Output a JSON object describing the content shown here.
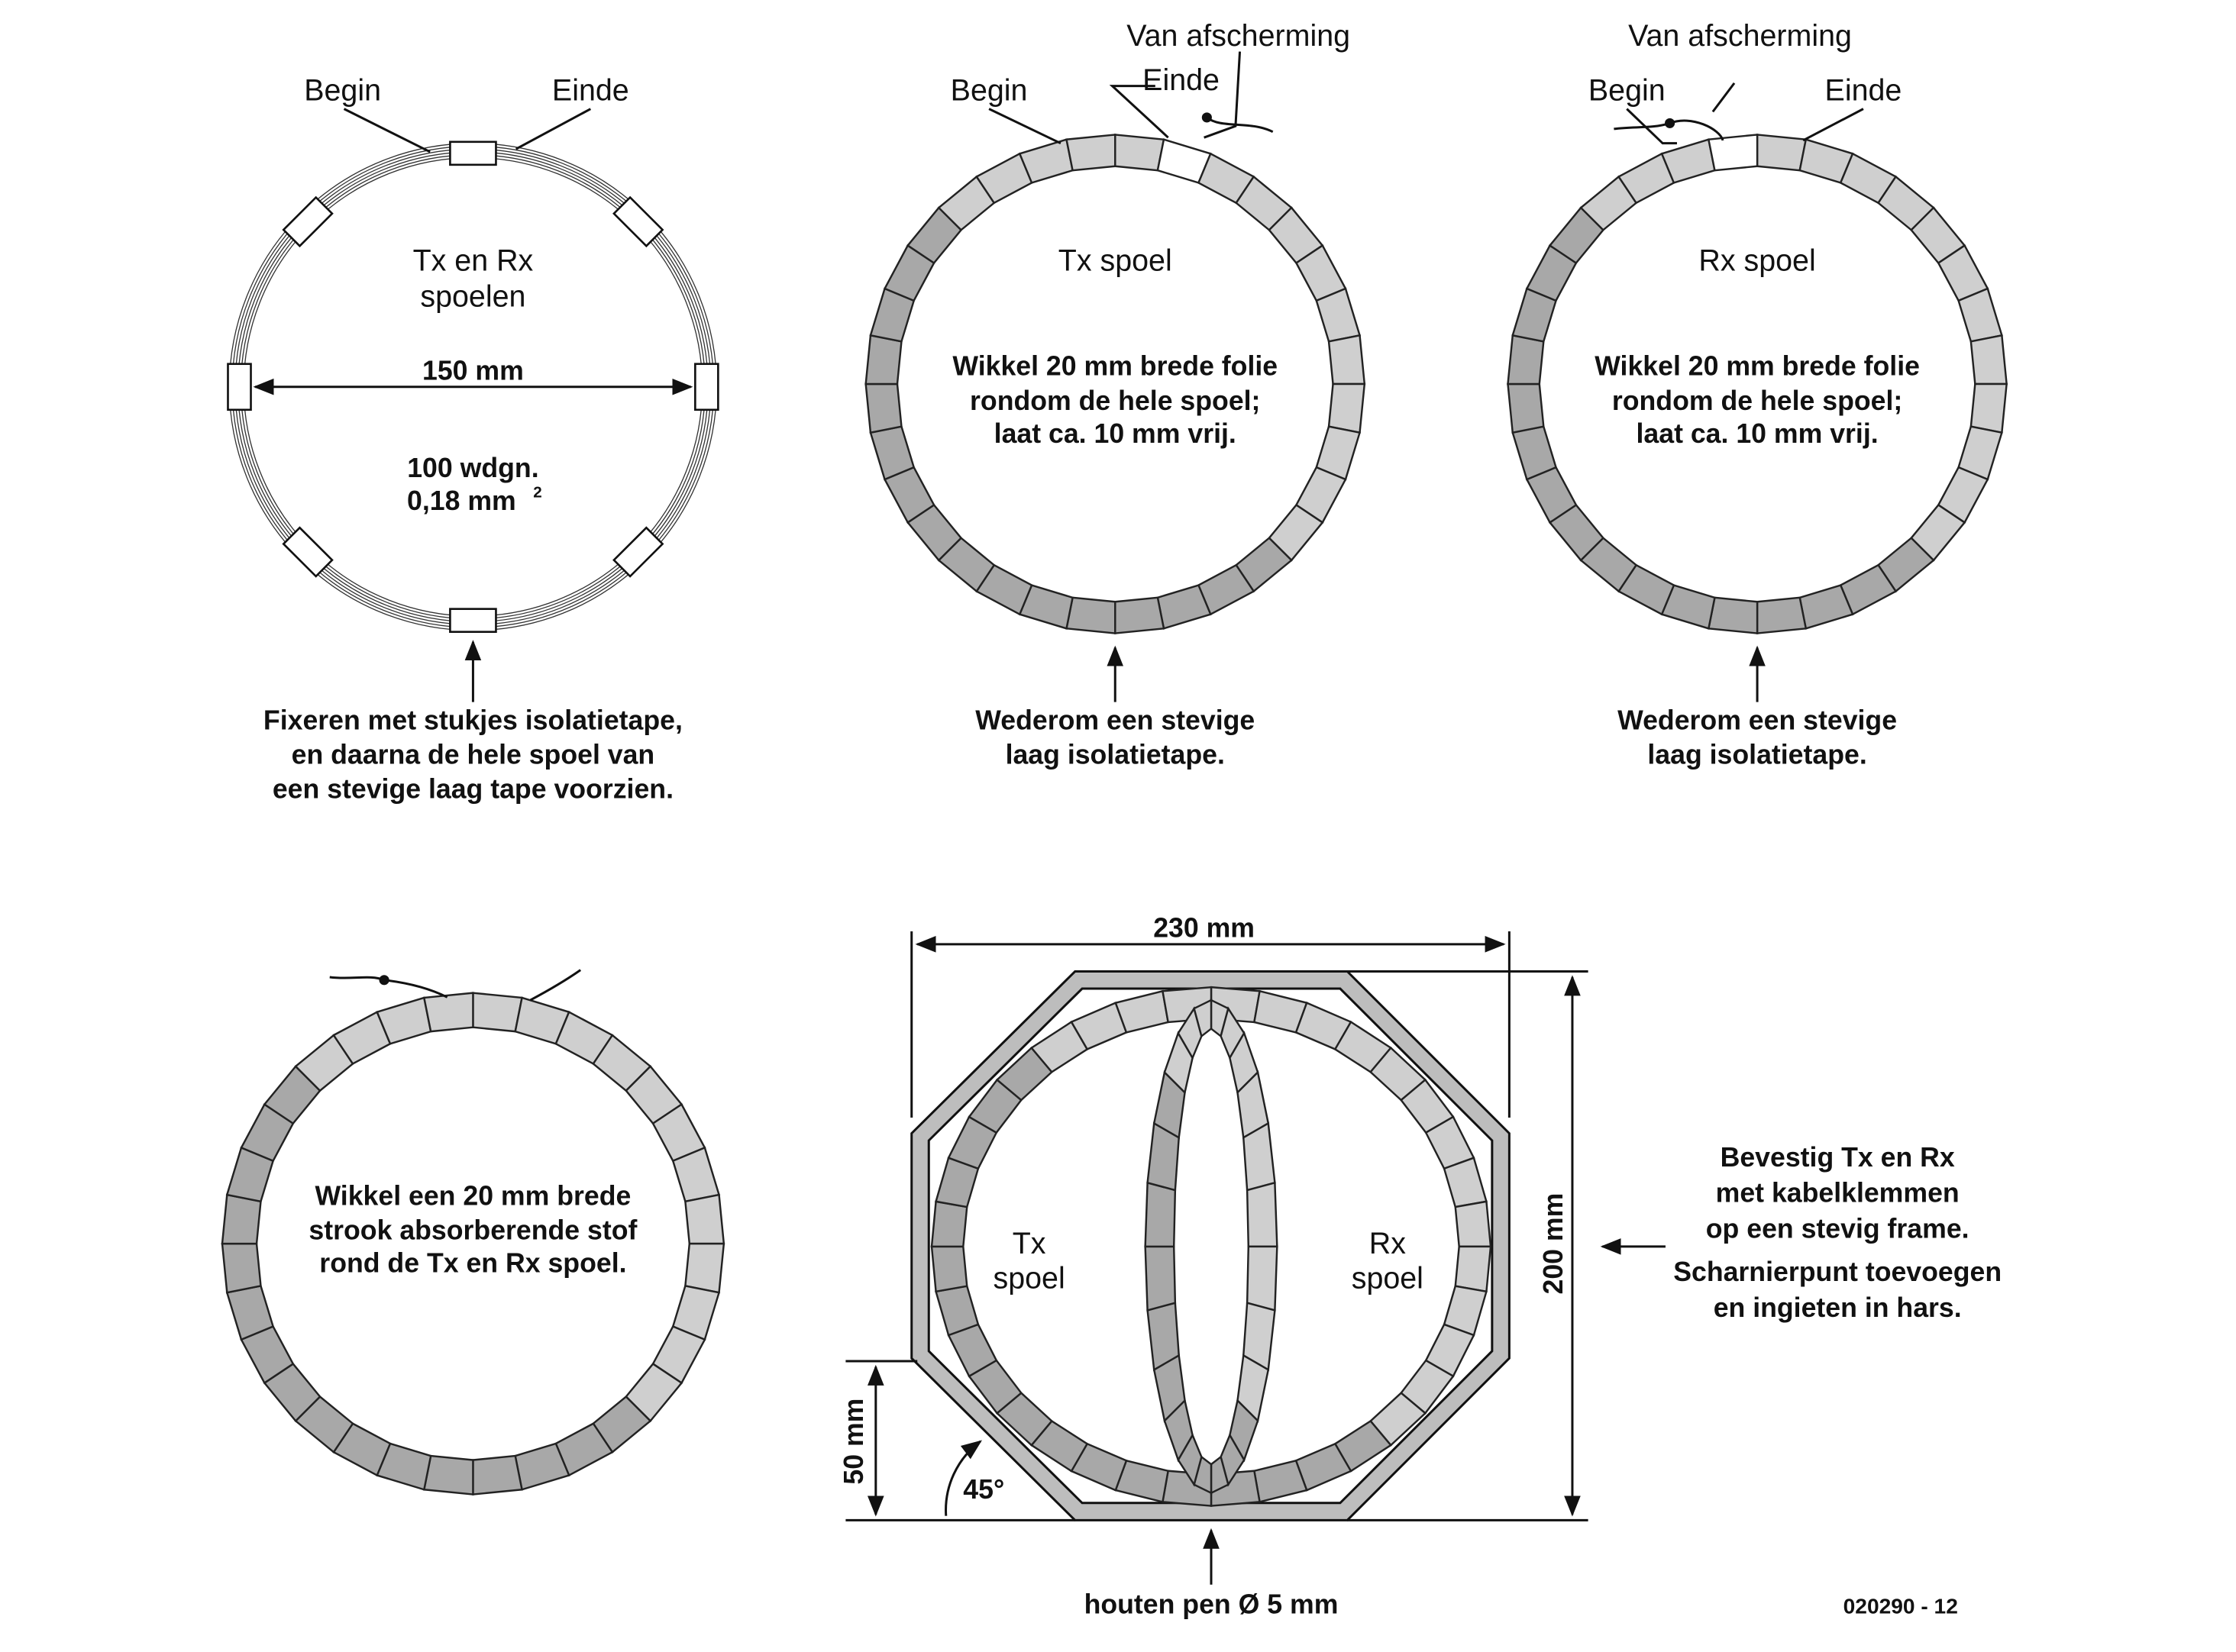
{
  "coil_a": {
    "begin": "Begin",
    "end": "Einde",
    "title1": "Tx en Rx",
    "title2": "spoelen",
    "diameter": "150 mm",
    "turns": "100 wdgn.",
    "wire": "0,18 mm",
    "wire_sup": "2",
    "note": [
      "Fixeren met stukjes isolatietape,",
      "en daarna de hele spoel van",
      "een stevige laag tape voorzien."
    ]
  },
  "coil_tx": {
    "shield": "Van afscherming",
    "begin": "Begin",
    "end": "Einde",
    "title": "Tx spoel",
    "body": [
      "Wikkel 20 mm brede folie",
      "rondom de hele spoel;",
      "laat ca. 10 mm vrij."
    ],
    "note": [
      "Wederom een stevige",
      "laag isolatietape."
    ]
  },
  "coil_rx": {
    "shield": "Van afscherming",
    "begin": "Begin",
    "end": "Einde",
    "title": "Rx spoel",
    "body": [
      "Wikkel 20 mm brede folie",
      "rondom de hele spoel;",
      "laat ca. 10 mm vrij."
    ],
    "note": [
      "Wederom een stevige",
      "laag isolatietape."
    ]
  },
  "coil_cloth": {
    "body": [
      "Wikkel een 20 mm brede",
      "strook absorberende stof",
      "rond de Tx en Rx spoel."
    ]
  },
  "frame": {
    "width": "230 mm",
    "height": "200 mm",
    "side": "50 mm",
    "angle": "45°",
    "tx": [
      "Tx",
      "spoel"
    ],
    "rx": [
      "Rx",
      "spoel"
    ],
    "pin": "houten pen  Ø 5 mm",
    "note": [
      "Bevestig Tx en Rx",
      "met kabelklemmen",
      "op een stevig frame.",
      "Scharnierpunt toevoegen",
      "en ingieten in hars."
    ]
  },
  "figure_id": "020290 - 12"
}
